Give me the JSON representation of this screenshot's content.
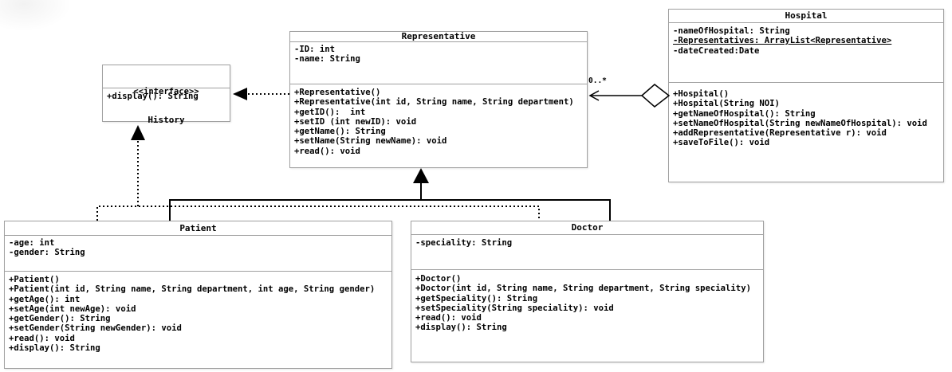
{
  "classes": {
    "history": {
      "stereotype": "<<interface>>",
      "name": "History",
      "attributes": [],
      "methods": [
        "+display(): String"
      ]
    },
    "representative": {
      "name": "Representative",
      "attributes": [
        "-ID: int",
        "-name: String"
      ],
      "methods": [
        "+Representative()",
        "+Representative(int id, String name, String department)",
        "+getID():  int",
        "+setID (int newID): void",
        "+getName(): String",
        "+setName(String newName): void",
        "+read(): void"
      ]
    },
    "hospital": {
      "name": "Hospital",
      "attributes": [
        "-nameOfHospital: String",
        "-Representatives: ArrayList<Representative>",
        "-dateCreated:Date"
      ],
      "methods": [
        "+Hospital()",
        "+Hospital(String NOI)",
        "+getNameOfHospital(): String",
        "+setNameOfHospital(String newNameOfHospital): void",
        "+addRepresentative(Representative r): void",
        "+saveToFile(): void"
      ]
    },
    "patient": {
      "name": "Patient",
      "attributes": [
        "-age: int",
        "-gender: String"
      ],
      "methods": [
        "+Patient()",
        "+Patient(int id, String name, String department, int age, String gender)",
        "+getAge(): int",
        "+setAge(int newAge): void",
        "+getGender(): String",
        "+setGender(String newGender): void",
        "+read(): void",
        "+display(): String"
      ]
    },
    "doctor": {
      "name": "Doctor",
      "attributes": [
        "-speciality: String"
      ],
      "methods": [
        "+Doctor()",
        "+Doctor(int id, String name, String department, String speciality)",
        "+getSpeciality(): String",
        "+setSpeciality(String speciality): void",
        "+read(): void",
        "+display(): String"
      ]
    }
  },
  "relationships": {
    "aggregation": {
      "multiplicity": "0..*"
    }
  },
  "colors": {
    "line": "#000000",
    "box_border": "#a0a0a0",
    "box_fill": "#ffffff",
    "text": "#000000"
  }
}
